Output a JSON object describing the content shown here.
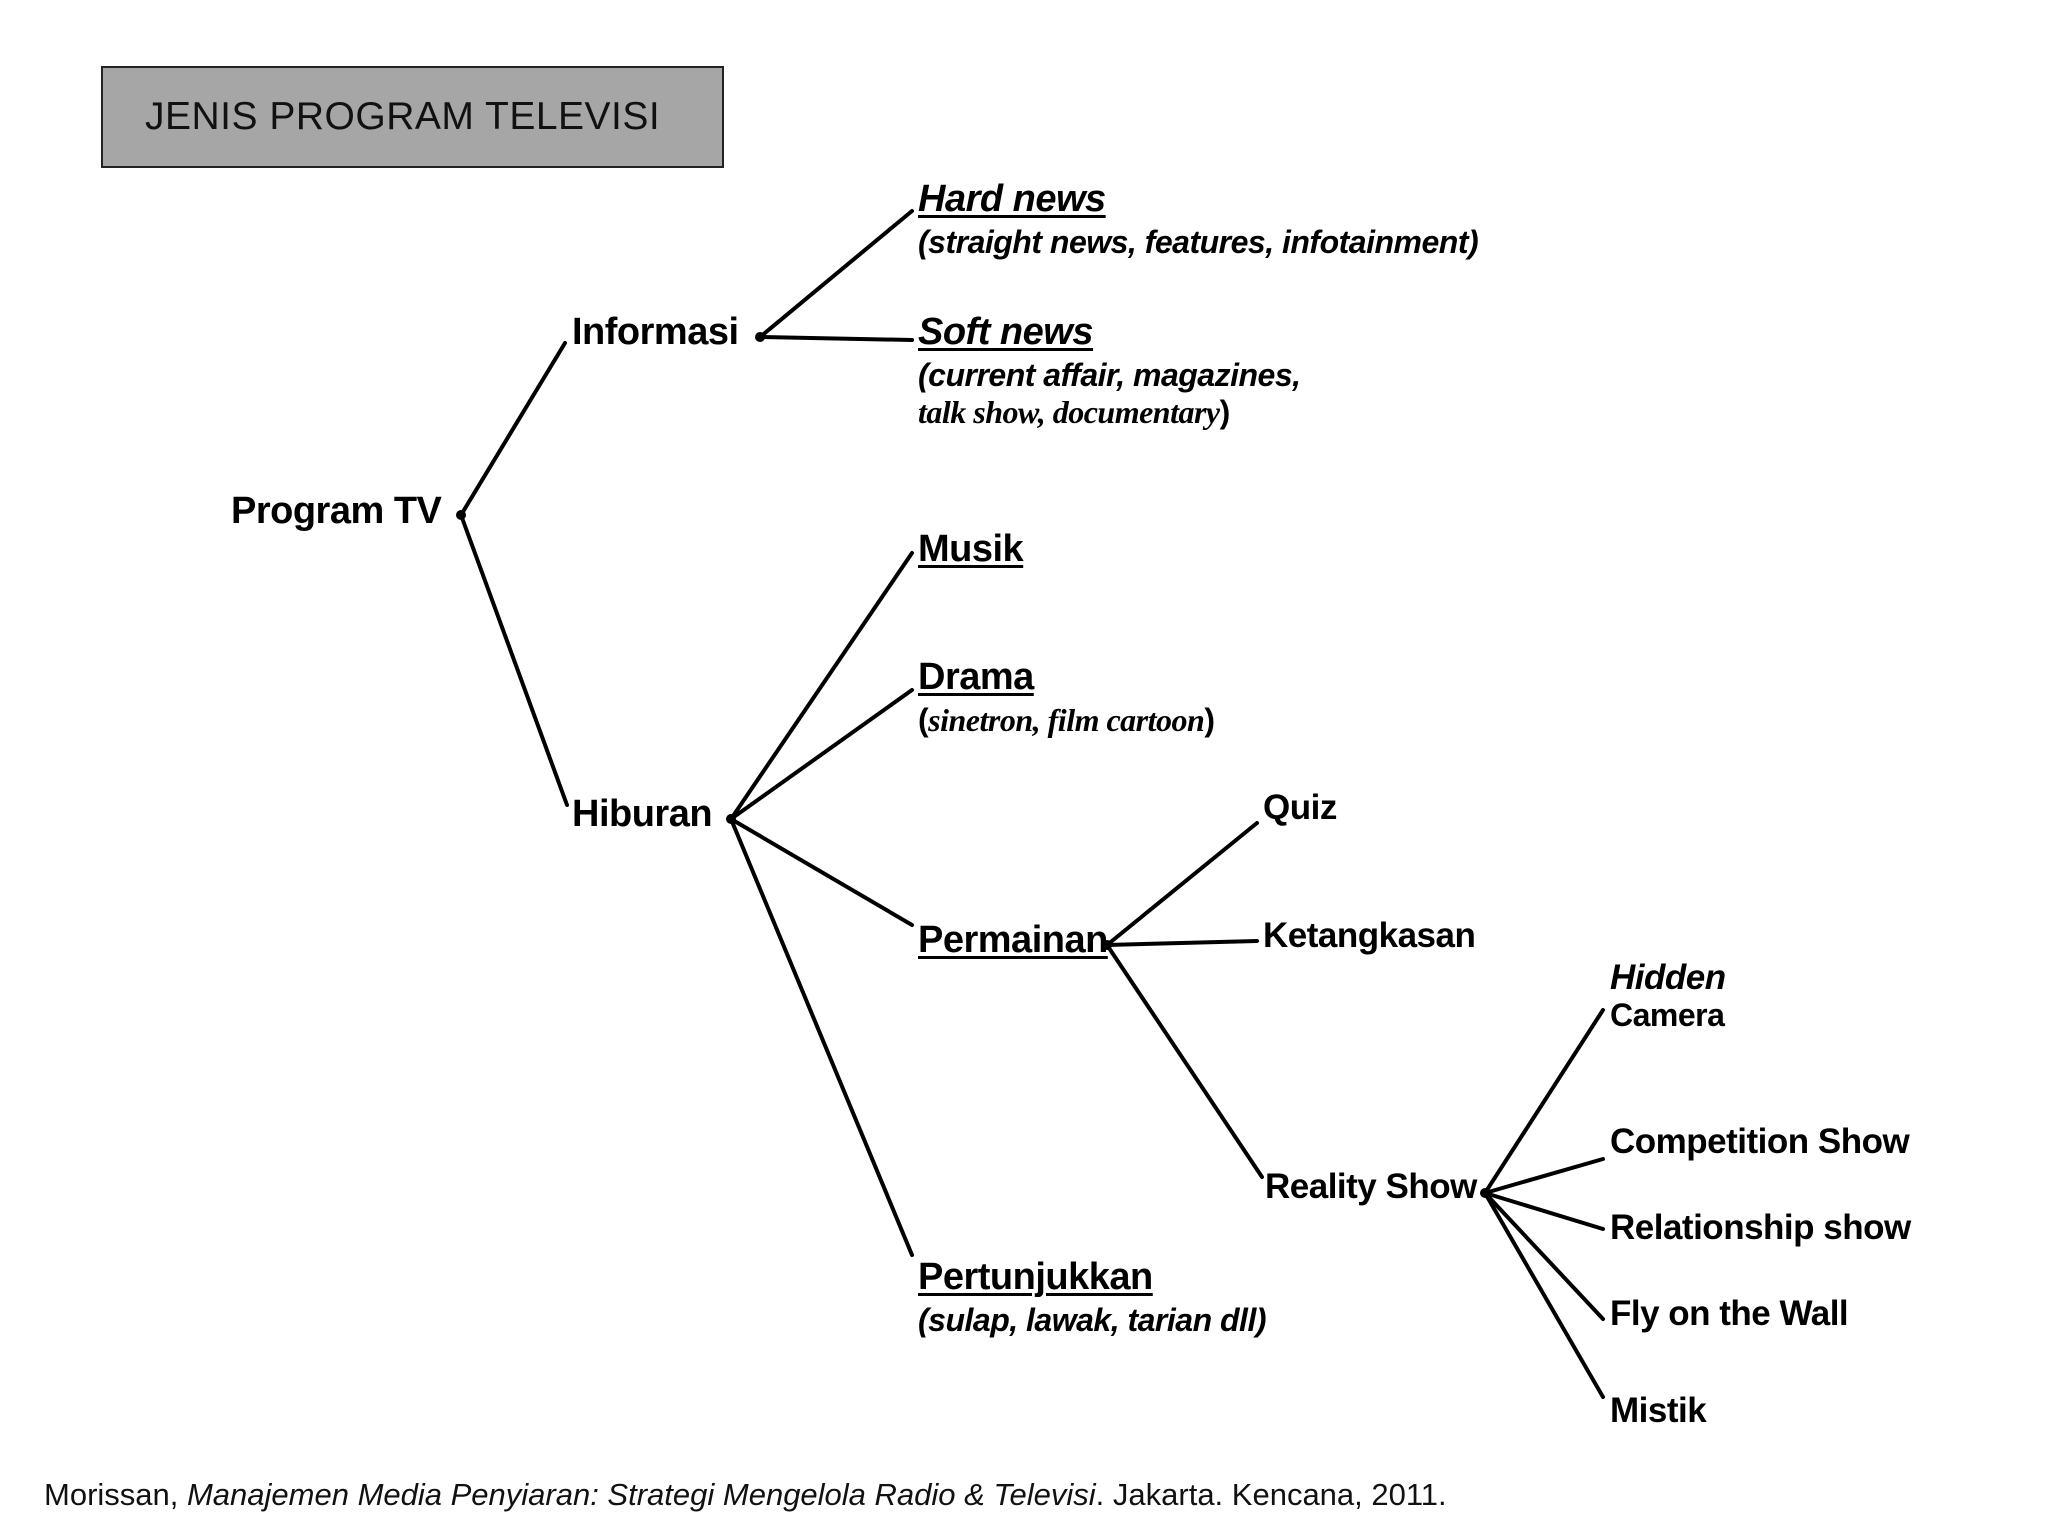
{
  "title": "JENIS PROGRAM TELEVISI",
  "nodes": {
    "root": "Program TV",
    "informasi": "Informasi",
    "hiburan": "Hiburan",
    "hard_news": {
      "label": "Hard news",
      "detail": "(straight news, features, infotainment)"
    },
    "soft_news": {
      "label": "Soft news",
      "detail_1": "(current affair, magazines,",
      "detail_2_italic": "talk show, documentary",
      "detail_2_end": ")"
    },
    "musik": "Musik",
    "drama": {
      "label": "Drama",
      "detail_open": "(",
      "detail_italic": "sinetron, film cartoon",
      "detail_close": ")"
    },
    "permainan": "Permainan",
    "pertunjukkan": {
      "label": "Pertunjukkan",
      "detail": "(sulap, lawak, tarian dll)"
    },
    "quiz": "Quiz",
    "ketangkasan": "Ketangkasan",
    "reality_show": "Reality Show",
    "hidden_camera": {
      "line1": "Hidden",
      "line2": "Camera"
    },
    "competition_show": "Competition Show",
    "relationship_show": "Relationship show",
    "fly_on_the_wall": "Fly on the Wall",
    "mistik": "Mistik"
  },
  "citation": {
    "author": "Morissan, ",
    "title": "Manajemen Media Penyiaran: Strategi Mengelola Radio & Televisi",
    "rest": ". Jakarta. Kencana, 2011."
  }
}
